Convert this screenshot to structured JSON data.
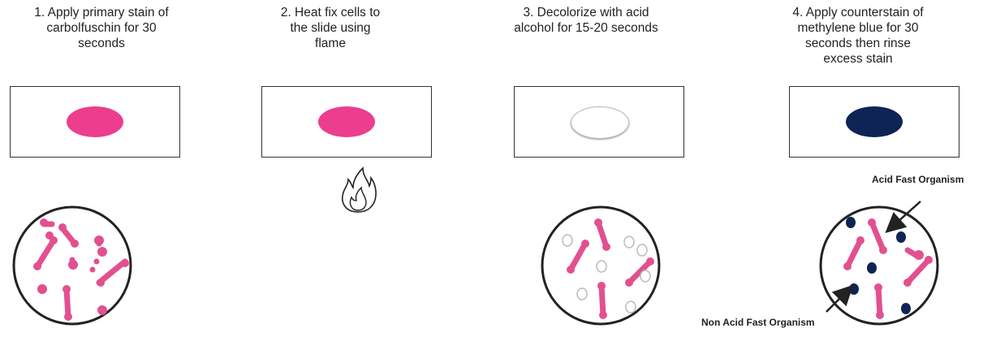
{
  "steps": [
    {
      "caption": "1. Apply primary stain of\ncarbolfuschin for 30\nseconds",
      "smear_color": "#ec3d8f"
    },
    {
      "caption": "2. Heat fix cells to\nthe slide using\nflame",
      "smear_color": "#ec3d8f"
    },
    {
      "caption": "3. Decolorize with acid\nalcohol for 15-20 seconds",
      "smear_color": "#ffffff"
    },
    {
      "caption": "4. Apply counterstain of\nmethylene blue for 30\nseconds then rinse\nexcess stain",
      "smear_color": "#0e2454"
    }
  ],
  "labels": {
    "acid_fast": "Acid Fast Organism",
    "non_acid_fast": "Non Acid Fast Organism"
  },
  "colors": {
    "stain_pink": "#e2508f",
    "cleared_white": "#ffffff",
    "counterstain_blue": "#0e2454",
    "outline": "#222222"
  },
  "icons": {
    "flame": "flame-icon"
  }
}
